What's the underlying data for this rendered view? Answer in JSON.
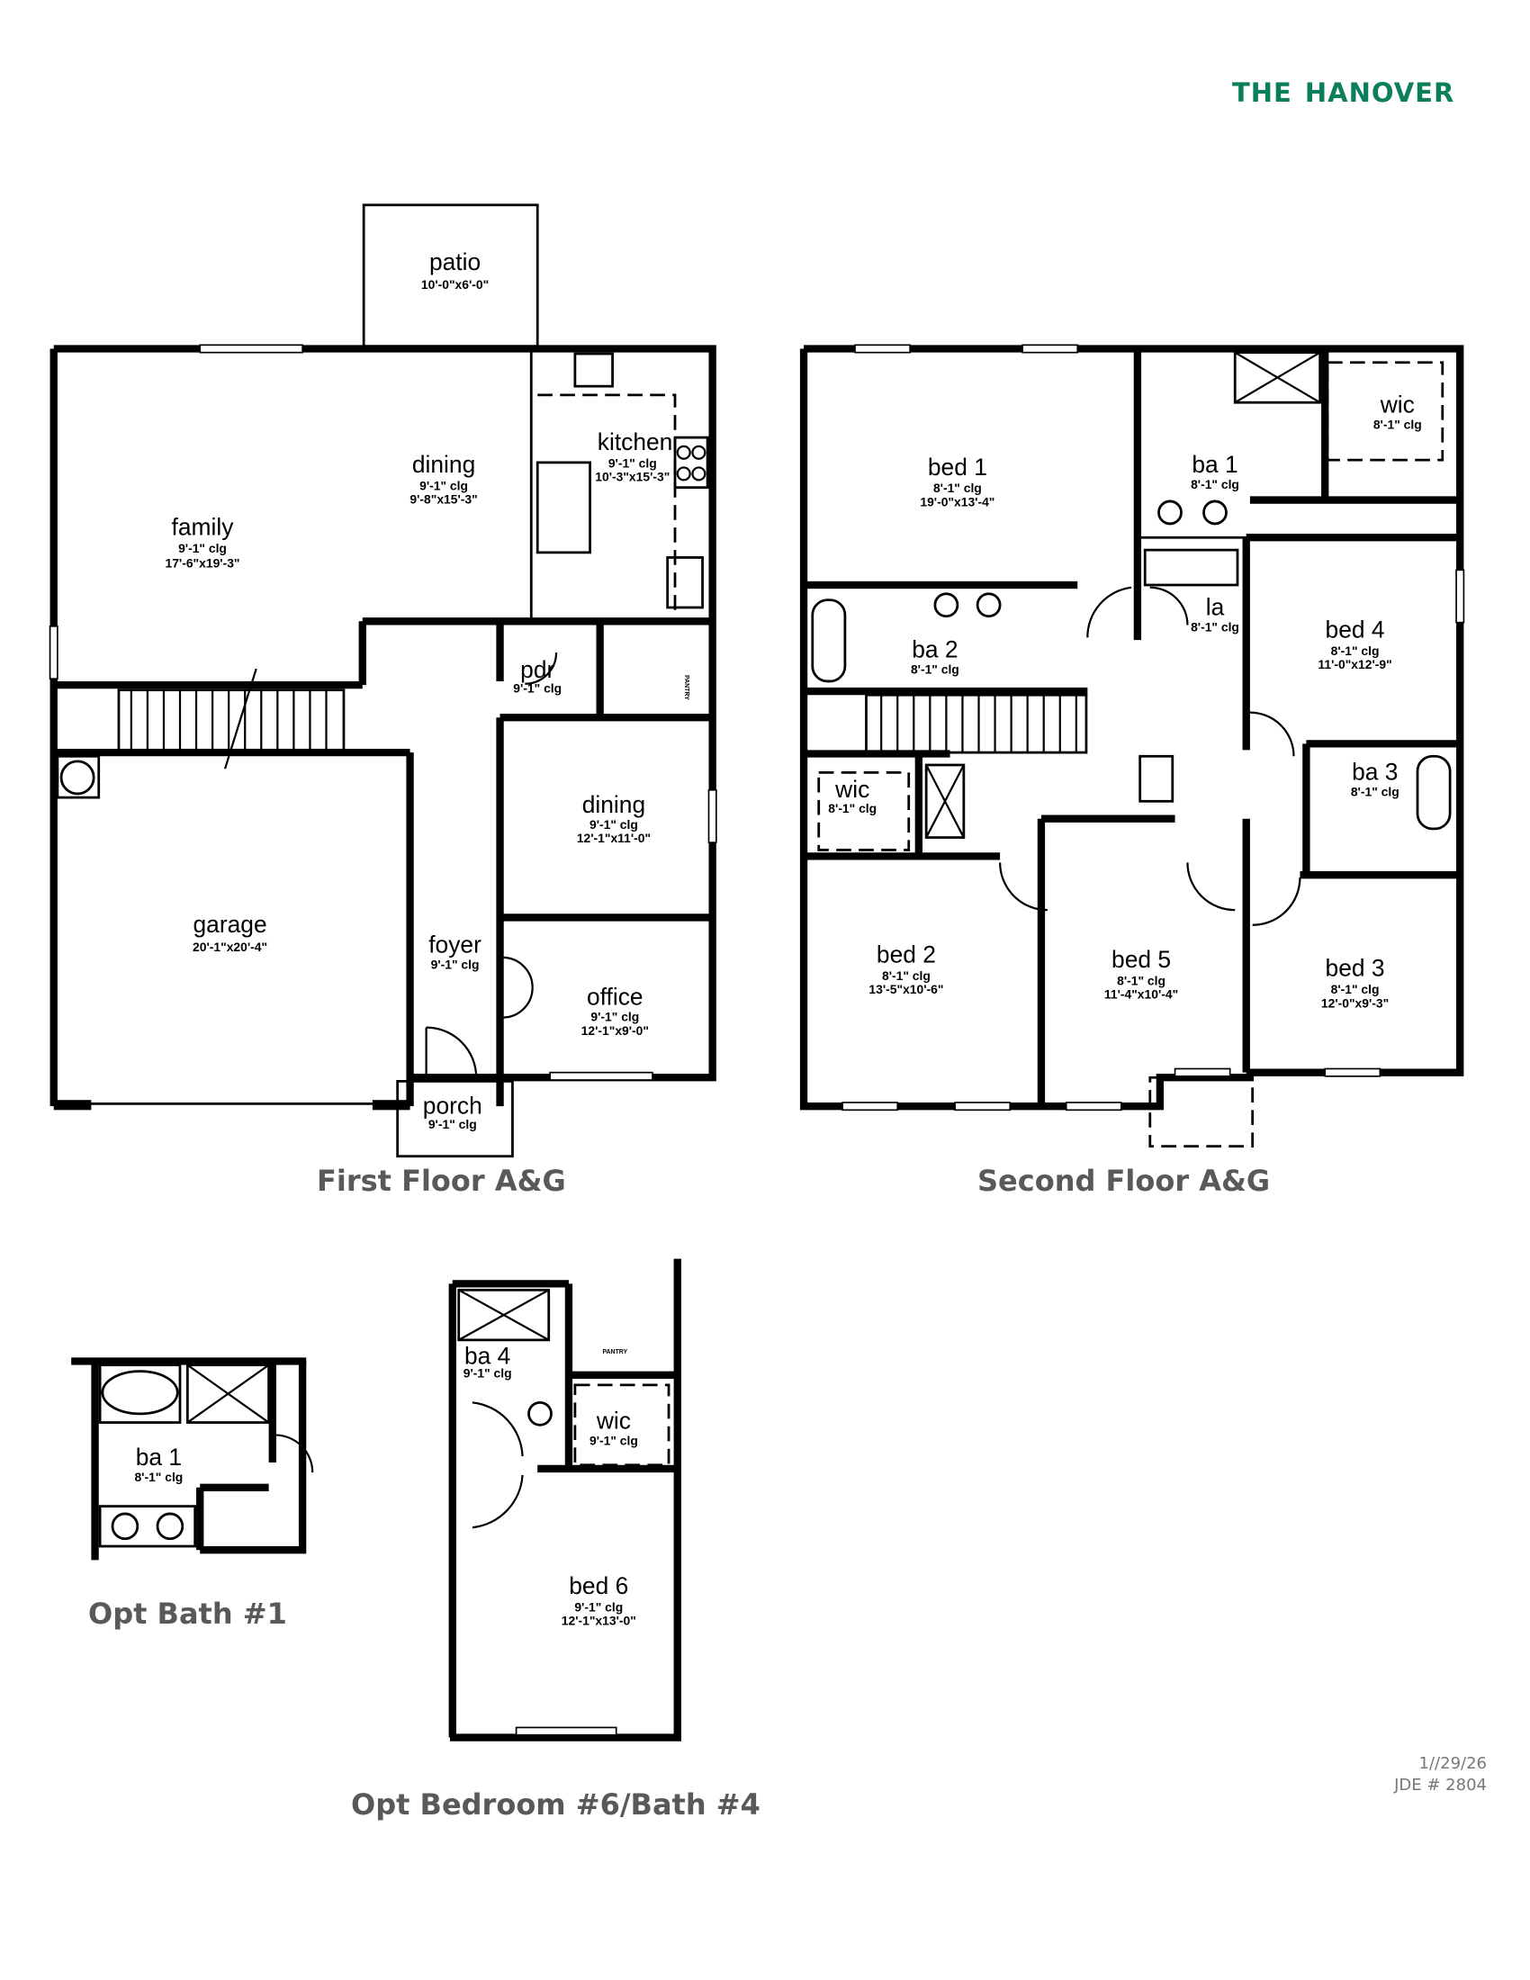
{
  "header": {
    "title_word1": "THE",
    "title_word2": "HANOVER",
    "brand_color": "#0b7e5c"
  },
  "first_floor": {
    "caption": "First Floor A&G",
    "rooms": [
      {
        "name": "patio",
        "ceiling": "",
        "size": "10'-0\"x6'-0\""
      },
      {
        "name": "family",
        "ceiling": "9'-1\" clg",
        "size": "17'-6\"x19'-3\""
      },
      {
        "name": "dining",
        "ceiling": "9'-1\" clg",
        "size": "9'-8\"x15'-3\""
      },
      {
        "name": "kitchen",
        "ceiling": "9'-1\" clg",
        "size": "10'-3\"x15'-3\""
      },
      {
        "name": "pdr",
        "ceiling": "9'-1\" clg",
        "size": ""
      },
      {
        "name": "dining",
        "ceiling": "9'-1\" clg",
        "size": "12'-1\"x11'-0\""
      },
      {
        "name": "garage",
        "ceiling": "",
        "size": "20'-1\"x20'-4\""
      },
      {
        "name": "foyer",
        "ceiling": "9'-1\" clg",
        "size": ""
      },
      {
        "name": "office",
        "ceiling": "9'-1\" clg",
        "size": "12'-1\"x9'-0\""
      },
      {
        "name": "porch",
        "ceiling": "9'-1\" clg",
        "size": ""
      }
    ],
    "pantry_label": "PANTRY"
  },
  "second_floor": {
    "caption": "Second Floor A&G",
    "rooms": [
      {
        "name": "bed 1",
        "ceiling": "8'-1\" clg",
        "size": "19'-0\"x13'-4\""
      },
      {
        "name": "ba 1",
        "ceiling": "8'-1\" clg",
        "size": ""
      },
      {
        "name": "wic",
        "ceiling": "8'-1\" clg",
        "size": ""
      },
      {
        "name": "la",
        "ceiling": "8'-1\" clg",
        "size": ""
      },
      {
        "name": "bed 4",
        "ceiling": "8'-1\" clg",
        "size": "11'-0\"x12'-9\""
      },
      {
        "name": "ba 2",
        "ceiling": "8'-1\" clg",
        "size": ""
      },
      {
        "name": "ba 3",
        "ceiling": "8'-1\" clg",
        "size": ""
      },
      {
        "name": "wic",
        "ceiling": "8'-1\" clg",
        "size": ""
      },
      {
        "name": "bed 2",
        "ceiling": "8'-1\" clg",
        "size": "13'-5\"x10'-6\""
      },
      {
        "name": "bed 5",
        "ceiling": "8'-1\" clg",
        "size": "11'-4\"x10'-4\""
      },
      {
        "name": "bed 3",
        "ceiling": "8'-1\" clg",
        "size": "12'-0\"x9'-3\""
      }
    ]
  },
  "opt_bath": {
    "caption": "Opt Bath #1",
    "rooms": [
      {
        "name": "ba 1",
        "ceiling": "8'-1\" clg",
        "size": ""
      }
    ]
  },
  "opt_bedroom": {
    "caption": "Opt Bedroom #6/Bath #4",
    "rooms": [
      {
        "name": "ba 4",
        "ceiling": "9'-1\" clg",
        "size": ""
      },
      {
        "name": "wic",
        "ceiling": "9'-1\" clg",
        "size": ""
      },
      {
        "name": "bed 6",
        "ceiling": "9'-1\" clg",
        "size": "12'-1\"x13'-0\""
      }
    ],
    "pantry_label": "PANTRY"
  },
  "footer": {
    "date": "1//29/26",
    "jde": "JDE # 2804"
  }
}
